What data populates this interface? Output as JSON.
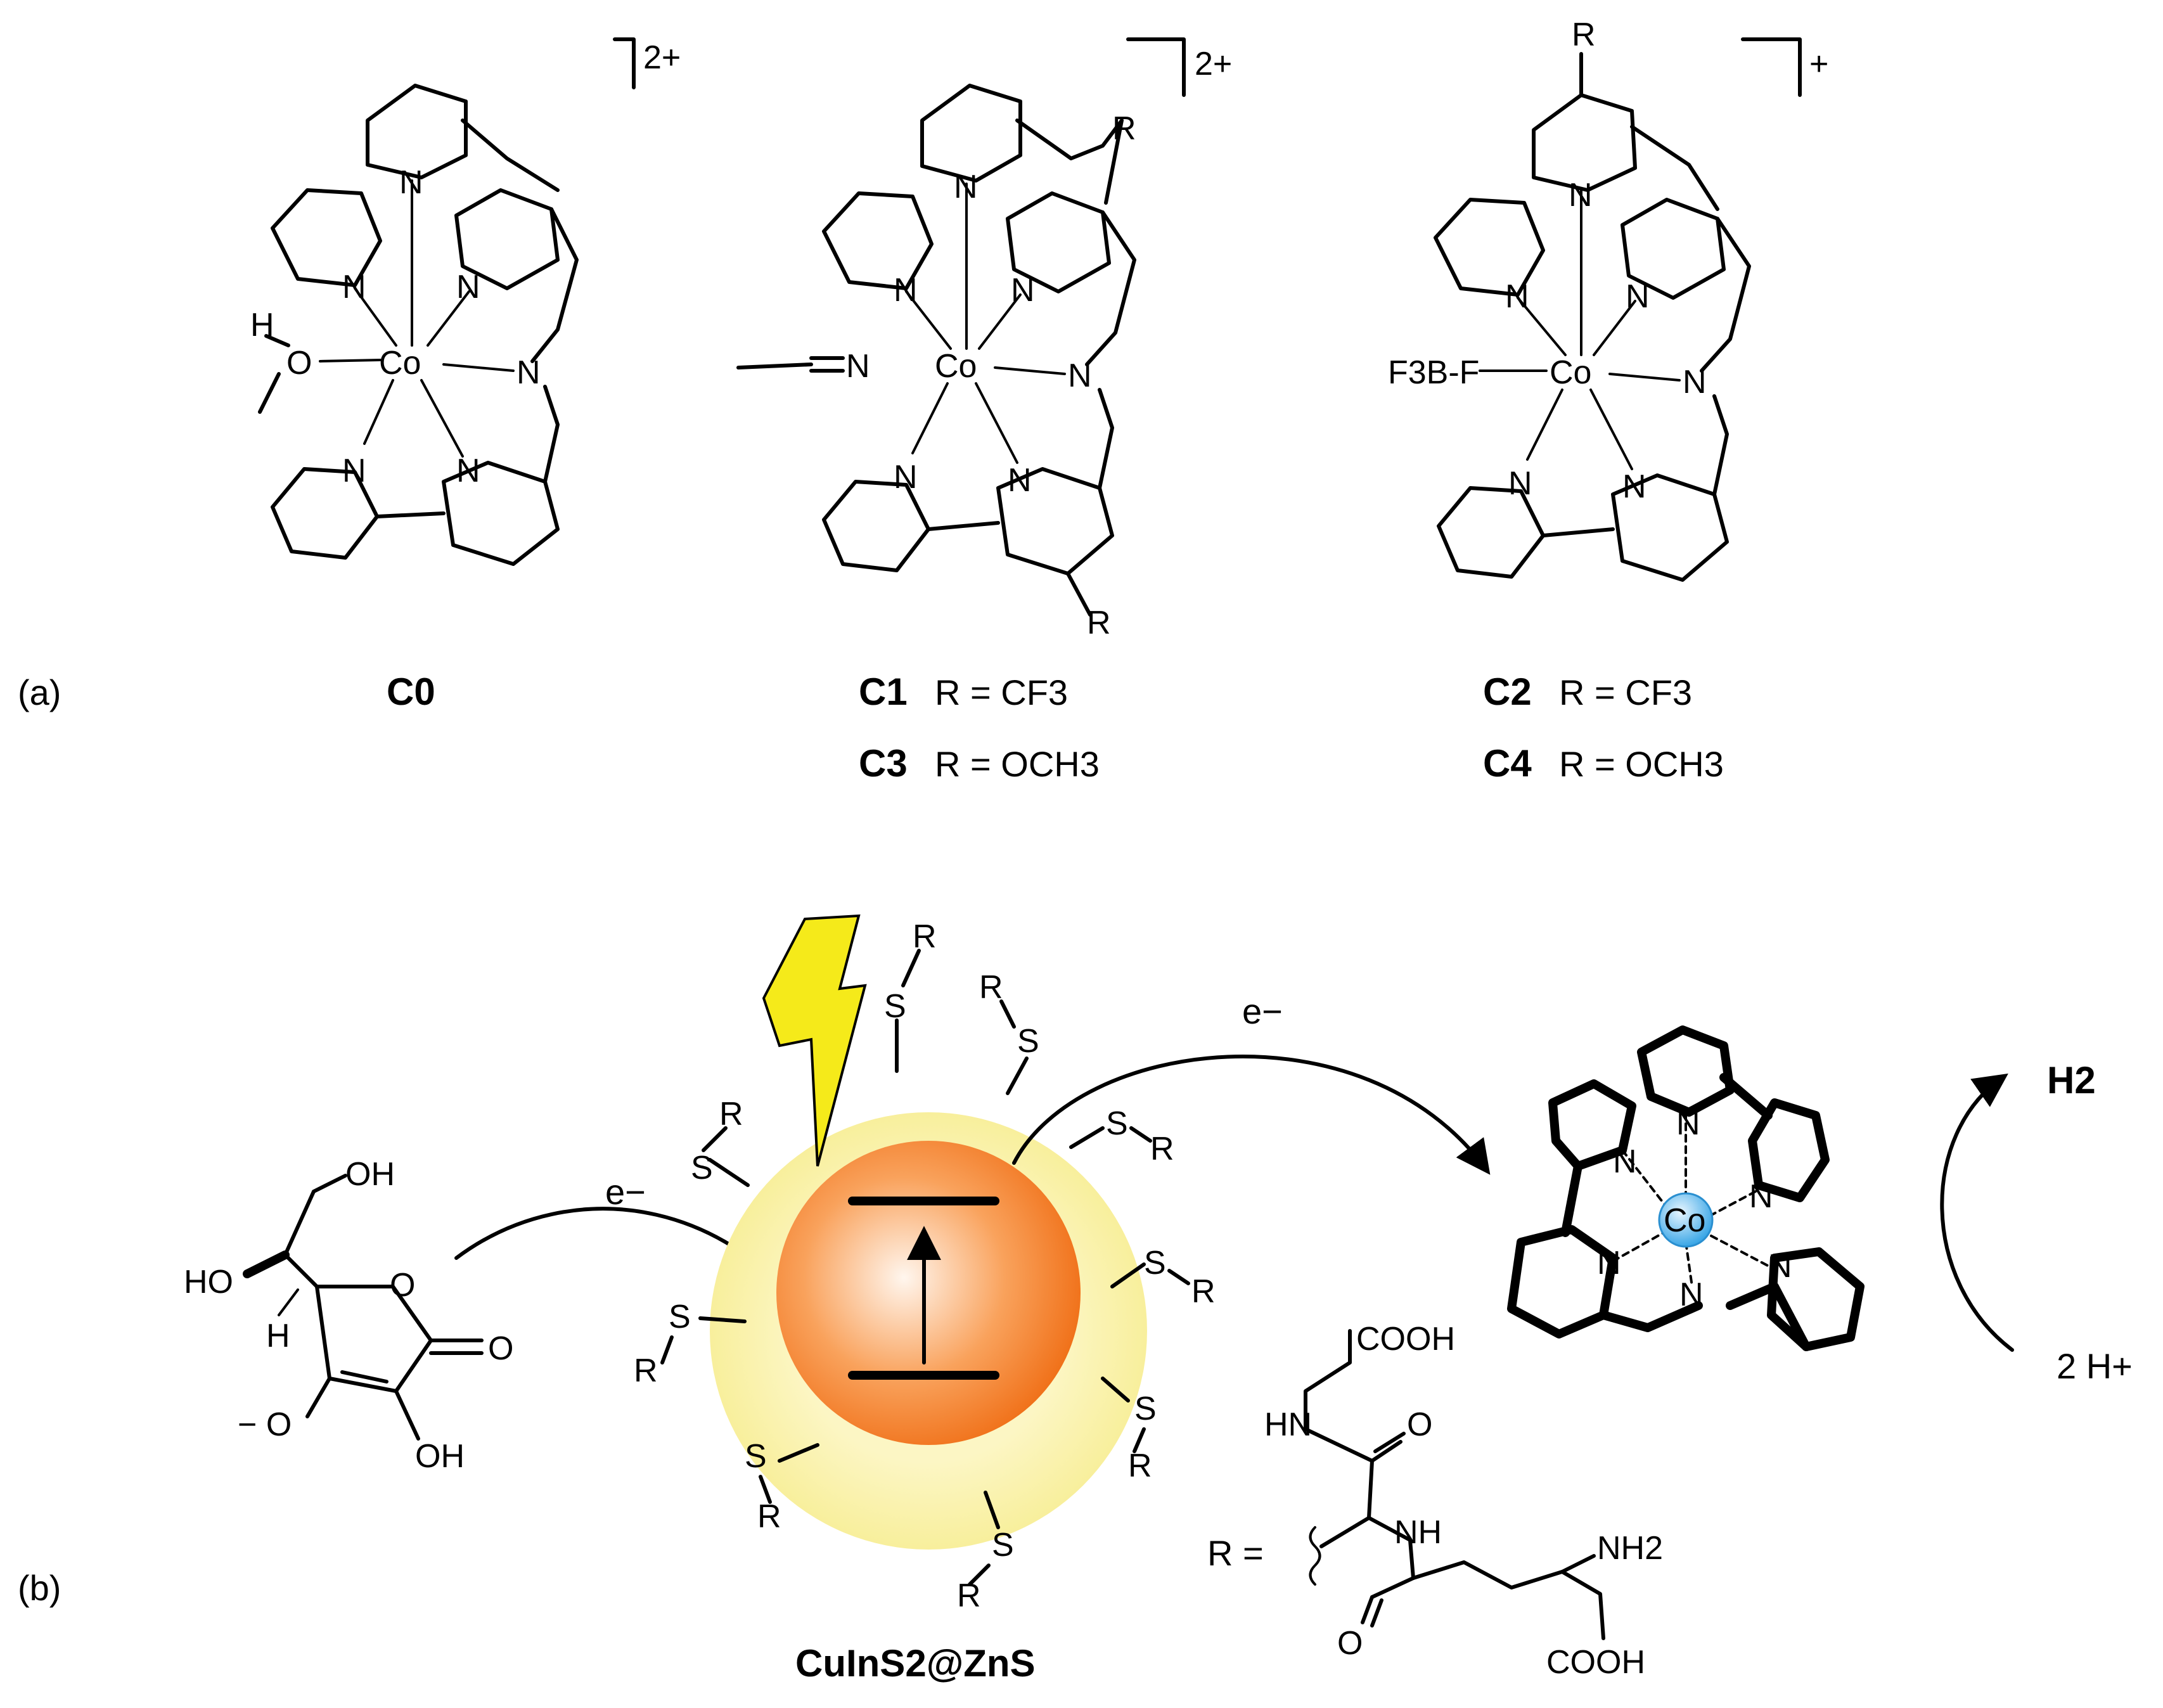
{
  "panel_a": {
    "label": "(a)",
    "charges": {
      "c0": "2+",
      "c1": "2+",
      "c2": "+"
    },
    "atoms": {
      "n": "N",
      "co": "Co",
      "o": "O",
      "h": "H",
      "r": "R",
      "bf": "F3B-F"
    },
    "compounds": {
      "c0": {
        "name": "C0"
      },
      "c1": {
        "name": "C1",
        "r_text": "R = CF3"
      },
      "c3": {
        "name": "C3",
        "r_text": "R = OCH3"
      },
      "c2": {
        "name": "C2",
        "r_text": "R = CF3"
      },
      "c4": {
        "name": "C4",
        "r_text": "R = OCH3"
      }
    }
  },
  "panel_b": {
    "label": "(b)",
    "electron": "e−",
    "h2": "H2",
    "protons": "2 H+",
    "quantum_dot": "CuInS2@ZnS",
    "ligand": {
      "s": "S",
      "r": "R"
    },
    "ascorbate": {
      "oh": "OH",
      "ho": "HO",
      "h": "H",
      "o_minus": "− O",
      "o": "O"
    },
    "r_def": {
      "r_equals": "R =",
      "cooh": "COOH",
      "nh": "NH",
      "hn": "HN",
      "o": "O",
      "nh2": "NH2"
    }
  },
  "colors": {
    "shell": "#fbf4ad",
    "core": "#f47a1e",
    "core_light": "#fff2e6",
    "bolt": "#f5ea1a",
    "cobalt": "#4fb2e8"
  }
}
